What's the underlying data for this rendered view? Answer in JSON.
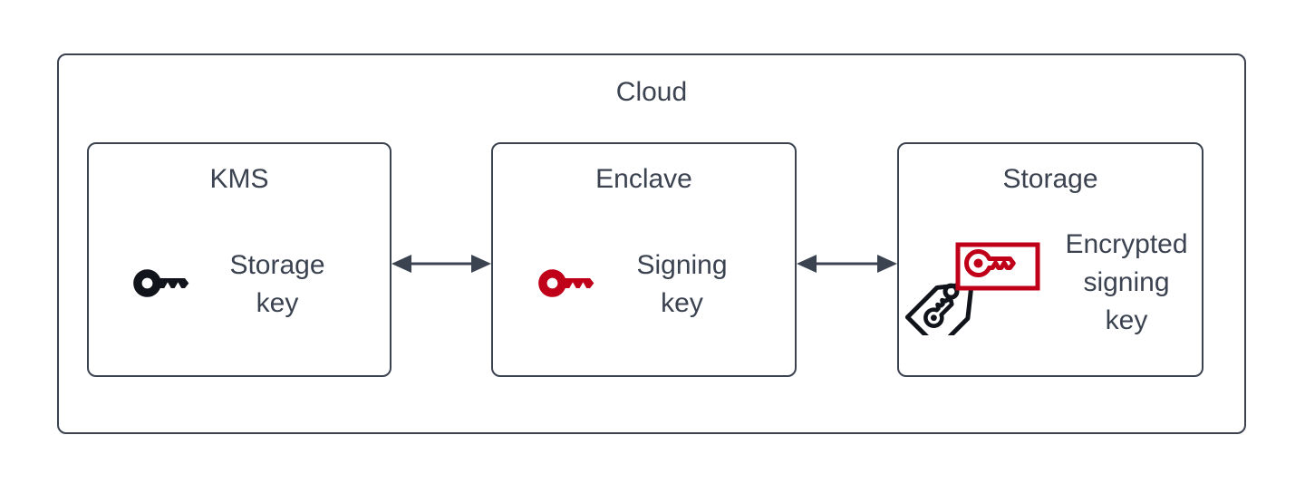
{
  "diagram": {
    "type": "block-diagram",
    "title": "Cloud",
    "accent_color": "#3b4250",
    "highlight_color": "#c00018",
    "background_color": "#ffffff",
    "container": {
      "label": "Cloud"
    },
    "nodes": [
      {
        "id": "kms",
        "title": "KMS",
        "label": "Storage\nkey",
        "icon": "key-icon",
        "icon_color": "#11141a"
      },
      {
        "id": "enclave",
        "title": "Enclave",
        "label": "Signing\nkey",
        "icon": "key-icon",
        "icon_color": "#c00018"
      },
      {
        "id": "storage",
        "title": "Storage",
        "label": "Encrypted\nsigning\nkey",
        "icon": "tag-with-key-and-encrypted-key-icon",
        "icon_color": "#11141a",
        "icon_accent_color": "#c00018"
      }
    ],
    "connectors": [
      {
        "id": "kms-enclave",
        "from": "kms",
        "to": "enclave",
        "style": "double-headed-arrow",
        "label": ""
      },
      {
        "id": "enclave-storage",
        "from": "enclave",
        "to": "storage",
        "style": "double-headed-arrow",
        "label": ""
      }
    ]
  }
}
